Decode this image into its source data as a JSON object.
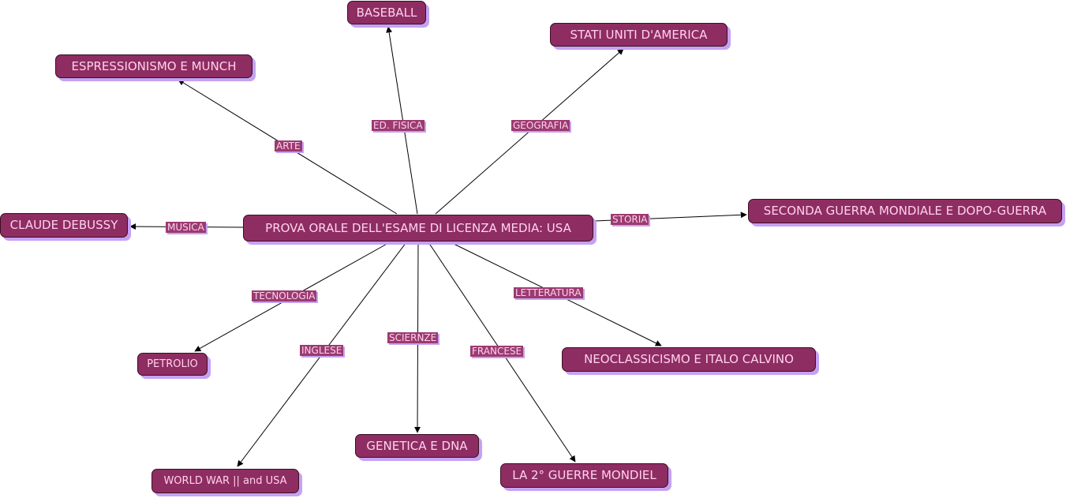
{
  "center": "PROVA ORALE DELL'ESAME DI LICENZA MEDIA: USA",
  "nodes": {
    "baseball": "BASEBALL",
    "stati_uniti": "STATI UNITI D'AMERICA",
    "espressionismo": "ESPRESSIONISMO E MUNCH",
    "debussy": "CLAUDE DEBUSSY",
    "seconda_guerra": "SECONDA GUERRA MONDIALE E DOPO-GUERRA",
    "petrolio": "PETROLIO",
    "neoclassicismo": "NEOCLASSICISMO E ITALO CALVINO",
    "genetica": "GENETICA E DNA",
    "world_war": "WORLD WAR || and USA",
    "la_2_guerre": "LA 2° GUERRE MONDIEL"
  },
  "links": {
    "ed_fisica": "ED. FISICA",
    "geografia": "GEOGRAFIA",
    "arte": "ARTE",
    "musica": "MUSICA",
    "storia": "STORIA",
    "tecnologia": "TECNOLOGIA",
    "letteratura": "LETTERATURA",
    "inglese": "INGLESE",
    "scienze": "SCIERNZE",
    "francese": "FRANCESE"
  },
  "colors": {
    "node_fill": "#8e2d62",
    "node_text": "#ffd2ee",
    "node_border": "#3a0f26",
    "shadow": "#c4a2f2",
    "line": "#000000"
  }
}
